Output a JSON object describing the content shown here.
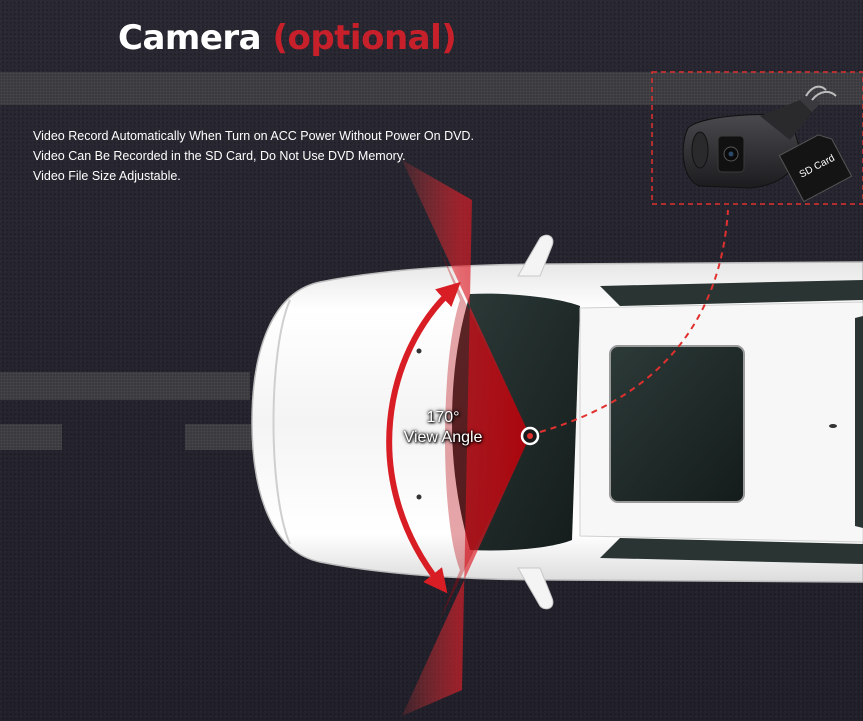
{
  "header": {
    "title_main": "Camera",
    "title_optional": "(optional)"
  },
  "description": {
    "lines": [
      "Video Record Automatically When Turn on ACC Power Without Power On DVD.",
      "Video Can Be Recorded in the SD Card, Do Not Use DVD Memory.",
      "Video File Size Adjustable."
    ]
  },
  "view_angle": {
    "degrees": "170°",
    "label": "View Angle"
  },
  "sd_card": {
    "label": "SD Card"
  },
  "colors": {
    "accent_red": "#c8202a",
    "callout_red": "#e0312f",
    "road": "#24232d",
    "car_body": "#f2f2f2",
    "glass": "#1f2b2a"
  },
  "icons": {
    "camera": "dashcam-icon",
    "sd_card": "sd-card-icon"
  }
}
